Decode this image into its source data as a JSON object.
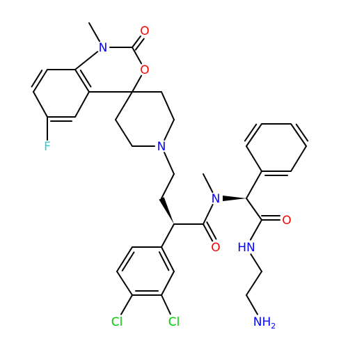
{
  "colors": {
    "bond": "#000000",
    "N": "#0000ff",
    "O": "#ff0000",
    "F": "#33cccc",
    "Cl": "#00cc00",
    "background": "#ffffff"
  },
  "atoms": [
    {
      "id": "n_methyl_ring",
      "text": "N",
      "el": "N"
    },
    {
      "id": "o_carbonyl_ring",
      "text": "O",
      "el": "O"
    },
    {
      "id": "o_ring",
      "text": "O",
      "el": "O"
    },
    {
      "id": "f_aryl",
      "text": "F",
      "el": "F"
    },
    {
      "id": "n_piperidine",
      "text": "N",
      "el": "N"
    },
    {
      "id": "n_amide",
      "text": "N",
      "el": "N"
    },
    {
      "id": "o_amide_1",
      "text": "O",
      "el": "O"
    },
    {
      "id": "o_amide_2",
      "text": "O",
      "el": "O"
    },
    {
      "id": "nh_amide",
      "text": "HN",
      "el": "N"
    },
    {
      "id": "nh2_amine",
      "text": "NH",
      "sub": "2",
      "el": "N"
    },
    {
      "id": "cl_1",
      "text": "Cl",
      "el": "Cl"
    },
    {
      "id": "cl_2",
      "text": "Cl",
      "el": "Cl"
    }
  ]
}
